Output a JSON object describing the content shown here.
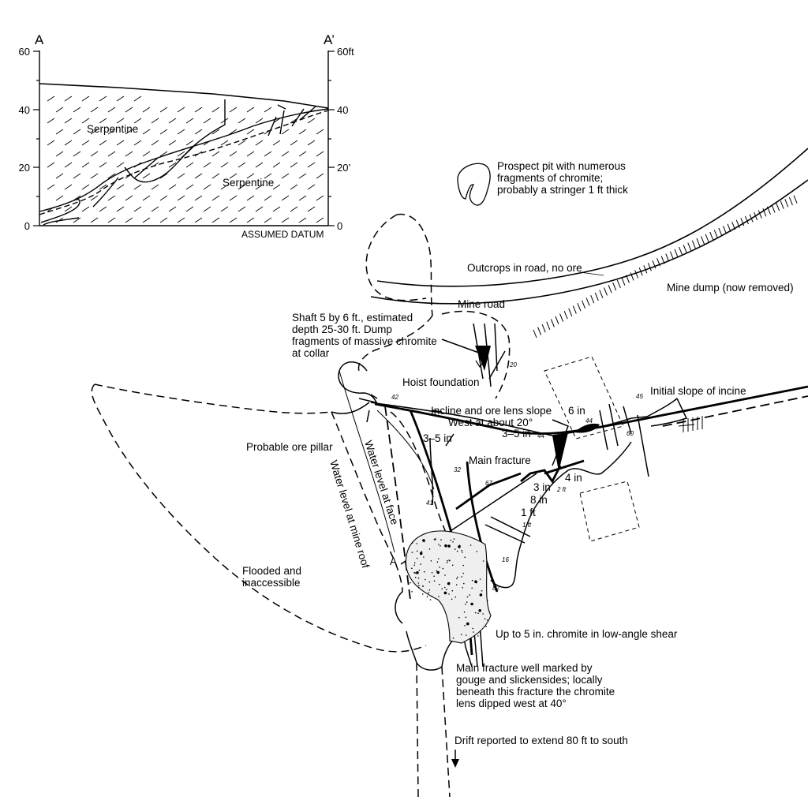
{
  "section": {
    "label_a": "A",
    "label_a_prime": "A’",
    "left_ticks": [
      "60",
      "40",
      "20",
      "0"
    ],
    "right_ticks": [
      "60ft",
      "40",
      "20’",
      "0"
    ],
    "rock_left": "Serpentine",
    "rock_right": "Serpentine",
    "datum": "ASSUMED DATUM"
  },
  "plan": {
    "prospect_pit": [
      "Prospect pit with numerous",
      "fragments of chromite;",
      "probably a stringer 1 ft thick"
    ],
    "outcrops": "Outcrops in road, no ore",
    "mine_dump": "Mine dump (now removed)",
    "mine_road": "Mine road",
    "shaft": [
      "Shaft 5 by 6 ft., estimated",
      "depth 25-30 ft. Dump",
      "fragments of massive chromite",
      "at collar"
    ],
    "hoist": "Hoist foundation",
    "initial_slope": "Initial slope of incine",
    "incline": [
      "Incline and ore lens slope",
      "West at about 20°"
    ],
    "probable_pillar": "Probable ore pillar",
    "water_face": "Water level at face",
    "water_roof": "Water level at mine roof",
    "main_fracture": "Main fracture",
    "flooded": [
      "Flooded and",
      "inaccessible"
    ],
    "shear": "Up to 5 in. chromite in low-angle shear",
    "main_fracture_note": [
      "Main fracture well marked by",
      "gouge and slickensides; locally",
      "beneath this fracture the chromite",
      "lens dipped west at 40°"
    ],
    "drift": "Drift reported to extend 80 ft to south",
    "thickness_6in": "6 in",
    "thickness_35a": "3–5 in",
    "thickness_35b": "3–5 in",
    "thickness_4in": "4 in",
    "thickness_3in": "3 in",
    "thickness_8in": "8 in",
    "thickness_1ft": "1 ft",
    "section_end": "A",
    "dip_20": "20",
    "dip_42": "42",
    "dip_44": "44",
    "dip_32": "32",
    "dip_67": "67",
    "dip_41": "41",
    "dip_1ft": "1 ft",
    "dip_2ft": "2 ft",
    "dip_16": "16",
    "dip_82": "82",
    "dip_45": "45",
    "dip_44b": "44",
    "dip_60": "60"
  }
}
